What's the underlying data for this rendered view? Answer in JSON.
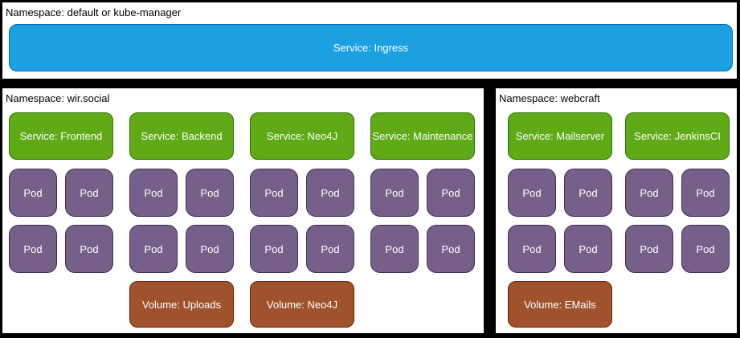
{
  "colors": {
    "background": "#000000",
    "panel": "#ffffff",
    "ingress_fill": "#1ba1e2",
    "ingress_stroke": "#006eaf",
    "service_fill": "#60a917",
    "service_stroke": "#2d7600",
    "pod_fill": "#76608a",
    "pod_stroke": "#432d57",
    "volume_fill": "#a0522d",
    "volume_stroke": "#6d1f00",
    "box_text": "#ffffff",
    "label_text": "#000000"
  },
  "panels": {
    "top": {
      "namespace_label": "Namespace: default or kube-manager",
      "service": "Service: Ingress"
    },
    "wir_social": {
      "namespace_label": "Namespace: wir.social",
      "columns": [
        {
          "service": "Service: Frontend",
          "pods": [
            "Pod",
            "Pod",
            "Pod",
            "Pod"
          ]
        },
        {
          "service": "Service: Backend",
          "pods": [
            "Pod",
            "Pod",
            "Pod",
            "Pod"
          ],
          "volume": "Volume: Uploads"
        },
        {
          "service": "Service: Neo4J",
          "pods": [
            "Pod",
            "Pod",
            "Pod",
            "Pod"
          ],
          "volume": "Volume: Neo4J"
        },
        {
          "service": "Service: Maintenance",
          "pods": [
            "Pod",
            "Pod",
            "Pod",
            "Pod"
          ]
        }
      ]
    },
    "webcraft": {
      "namespace_label": "Namespace: webcraft",
      "columns": [
        {
          "service": "Service: Mailserver",
          "pods": [
            "Pod",
            "Pod",
            "Pod",
            "Pod"
          ],
          "volume": "Volume: EMails"
        },
        {
          "service": "Service: JenkinsCI",
          "pods": [
            "Pod",
            "Pod",
            "Pod",
            "Pod"
          ]
        }
      ]
    }
  }
}
